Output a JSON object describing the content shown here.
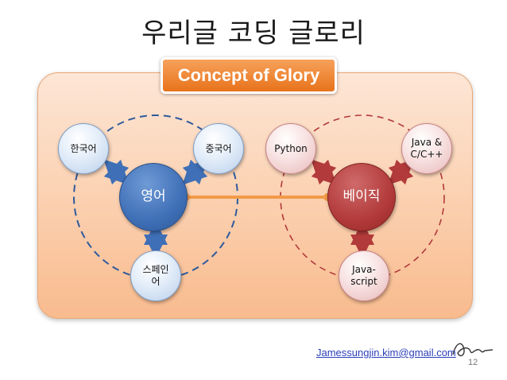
{
  "title": "우리글 코딩 글로리",
  "banner": "Concept of Glory",
  "left_group": {
    "center": "영어",
    "top_left": "한국어",
    "top_right": "중국어",
    "bottom": "스페인\n어"
  },
  "right_group": {
    "center": "베이직",
    "top_left": "Python",
    "top_right": "Java &\nC/C++",
    "bottom": "Java-\nscript"
  },
  "footer": {
    "email": "Jamessungjin.kim@gmail.com",
    "page_number": "12"
  },
  "colors": {
    "blue_accent": "#3f6fb6",
    "red_accent": "#b23a3a",
    "orange_accent": "#e8731c",
    "panel_fill": "#fbcfae"
  },
  "icons": [
    "double-arrow-icon",
    "signature-icon"
  ]
}
